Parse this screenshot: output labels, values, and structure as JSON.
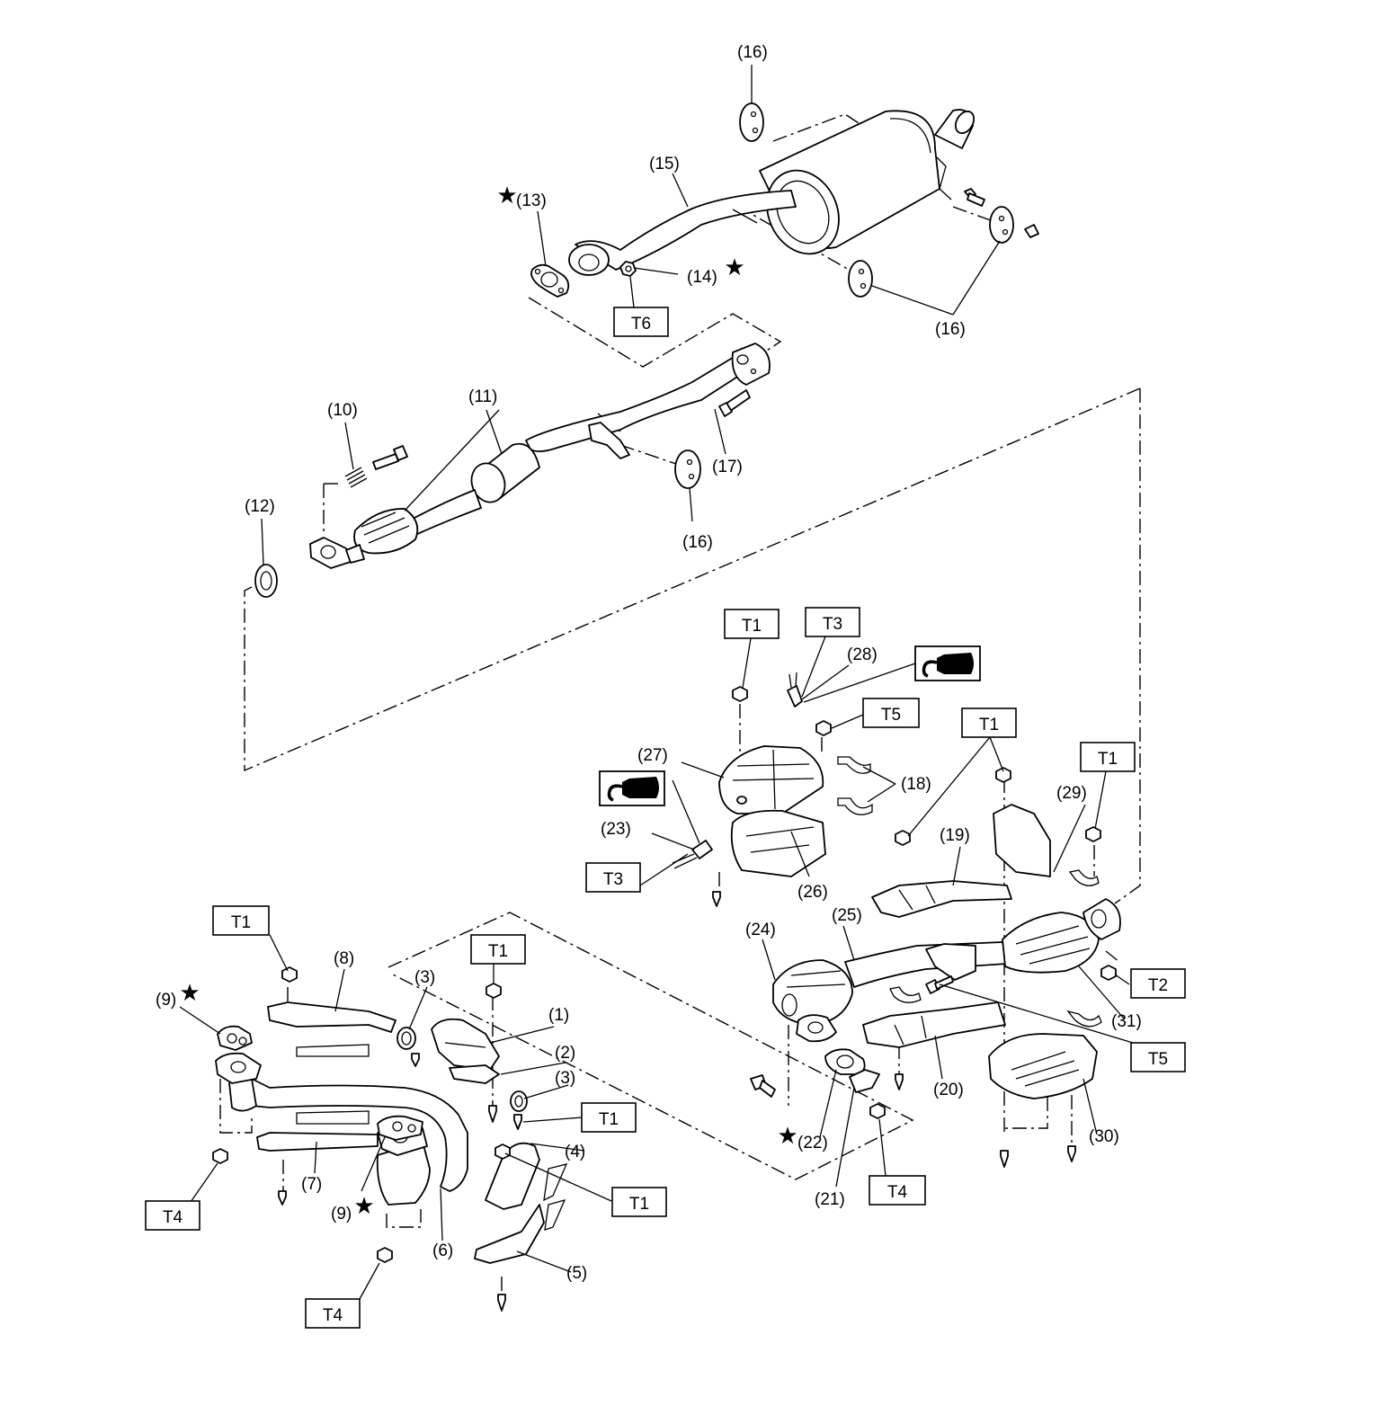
{
  "callouts": {
    "c1": "(1)",
    "c2": "(2)",
    "c3a": "(3)",
    "c3b": "(3)",
    "c4": "(4)",
    "c5": "(5)",
    "c6": "(6)",
    "c7": "(7)",
    "c8": "(8)",
    "c9a": "(9)",
    "c9b": "(9)",
    "c10": "(10)",
    "c11": "(11)",
    "c12": "(12)",
    "c13": "(13)",
    "c14": "(14)",
    "c15": "(15)",
    "c16a": "(16)",
    "c16b": "(16)",
    "c16c": "(16)",
    "c17": "(17)",
    "c18": "(18)",
    "c19": "(19)",
    "c20": "(20)",
    "c21": "(21)",
    "c22": "(22)",
    "c23": "(23)",
    "c24": "(24)",
    "c25": "(25)",
    "c26": "(26)",
    "c27": "(27)",
    "c28": "(28)",
    "c29": "(29)",
    "c30": "(30)",
    "c31": "(31)"
  },
  "torque": {
    "t1a": "T1",
    "t1b": "T1",
    "t1c": "T1",
    "t1d": "T1",
    "t1e": "T1",
    "t1f": "T1",
    "t1g": "T1",
    "t2": "T2",
    "t3a": "T3",
    "t3b": "T3",
    "t4a": "T4",
    "t4b": "T4",
    "t4c": "T4",
    "t5a": "T5",
    "t5b": "T5",
    "t6": "T6"
  },
  "symbols": {
    "replace_part_star": "★",
    "antiseize_icon": "grease-tube-icon"
  }
}
